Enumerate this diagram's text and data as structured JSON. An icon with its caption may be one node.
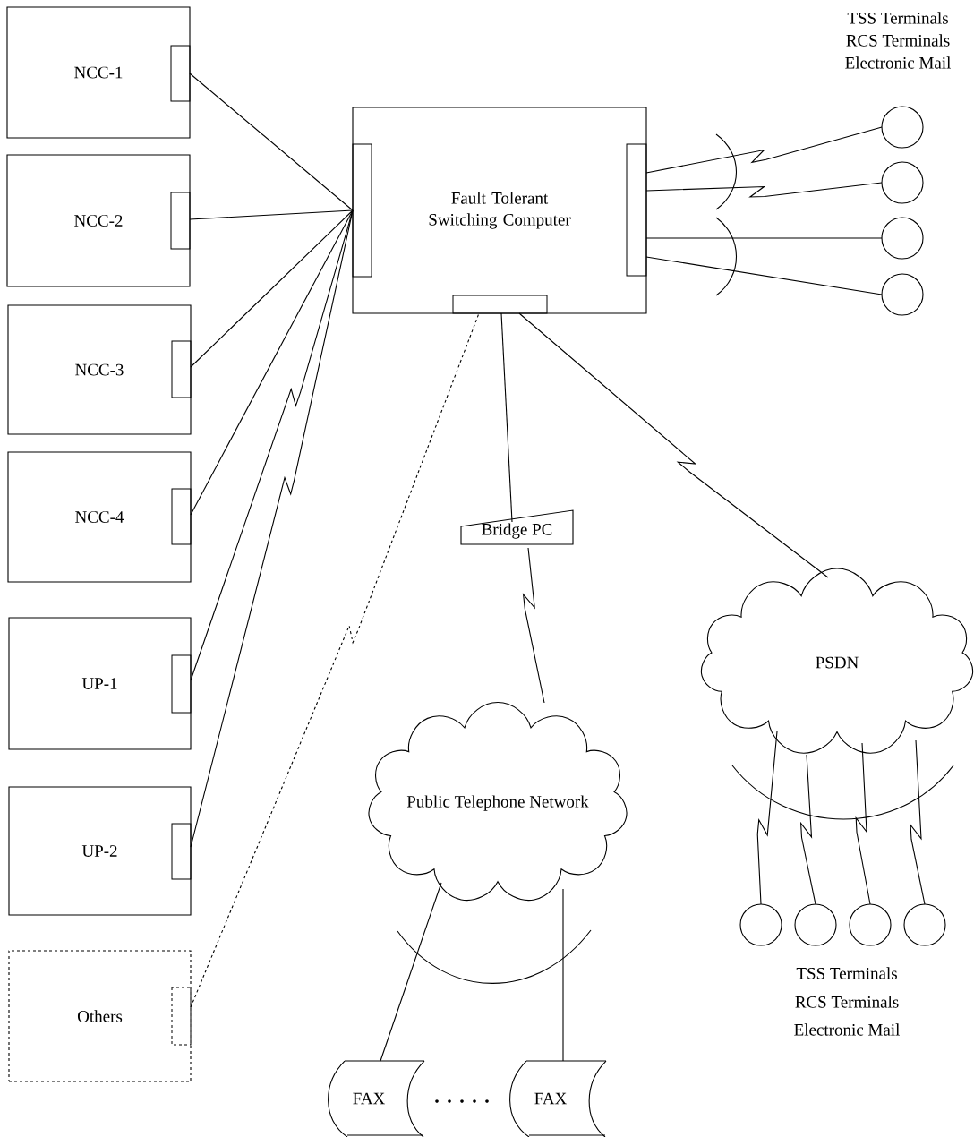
{
  "diagram": {
    "nodes": [
      {
        "text": [
          "NCC-1"
        ]
      },
      {
        "text": [
          "NCC-2"
        ]
      },
      {
        "text": [
          "NCC-3"
        ]
      },
      {
        "text": [
          "NCC-4"
        ]
      },
      {
        "text": [
          "UP-1"
        ]
      },
      {
        "text": [
          "UP-2"
        ]
      },
      {
        "text": [
          "Others"
        ]
      },
      {
        "text": [
          "Fault Tolerant Switching Computer"
        ]
      },
      {
        "text": [],
        "shape": "circle"
      },
      {
        "text": [],
        "shape": "circle"
      },
      {
        "text": [],
        "shape": "circle"
      },
      {
        "text": [],
        "shape": "circle"
      },
      {
        "text": [
          "Bridge PC"
        ]
      },
      {
        "text": [
          "PSDN"
        ]
      },
      {
        "text": [
          "Public Telephone Network"
        ]
      },
      {
        "text": [],
        "shape": "circle"
      },
      {
        "text": [],
        "shape": "circle"
      },
      {
        "text": [],
        "shape": "circle"
      },
      {
        "text": [],
        "shape": "circle"
      },
      {
        "text": [
          "FAX"
        ]
      },
      {
        "text": [
          "FAX"
        ]
      }
    ],
    "edges": [
      {
        "from": 0,
        "to": 7,
        "arrow": "none"
      },
      {
        "from": 1,
        "to": 7,
        "arrow": "none"
      },
      {
        "from": 2,
        "to": 7,
        "arrow": "none"
      },
      {
        "from": 3,
        "to": 7,
        "arrow": "none"
      },
      {
        "from": 4,
        "to": 7,
        "arrow": "none"
      },
      {
        "from": 5,
        "to": 7,
        "arrow": "none"
      },
      {
        "from": 6,
        "to": 7,
        "arrow": "none",
        "style": "dashed"
      },
      {
        "from": 7,
        "to": 8,
        "arrow": "none"
      },
      {
        "from": 7,
        "to": 9,
        "arrow": "none"
      },
      {
        "from": 7,
        "to": 10,
        "arrow": "none"
      },
      {
        "from": 7,
        "to": 11,
        "arrow": "none"
      },
      {
        "from": 7,
        "to": 12,
        "arrow": "none"
      },
      {
        "from": 12,
        "to": 14,
        "arrow": "none"
      },
      {
        "from": 7,
        "to": 13,
        "arrow": "none"
      },
      {
        "from": 13,
        "to": 15,
        "arrow": "none"
      },
      {
        "from": 13,
        "to": 16,
        "arrow": "none"
      },
      {
        "from": 13,
        "to": 17,
        "arrow": "none"
      },
      {
        "from": 13,
        "to": 18,
        "arrow": "none"
      },
      {
        "from": 14,
        "to": 19,
        "arrow": "none"
      },
      {
        "from": 14,
        "to": 20,
        "arrow": "none"
      }
    ],
    "labels": [
      "TSS Terminals",
      "RCS Terminals",
      "Electronic Mail",
      "TSS Terminals",
      "RCS Terminals",
      "Electronic Mail"
    ]
  }
}
